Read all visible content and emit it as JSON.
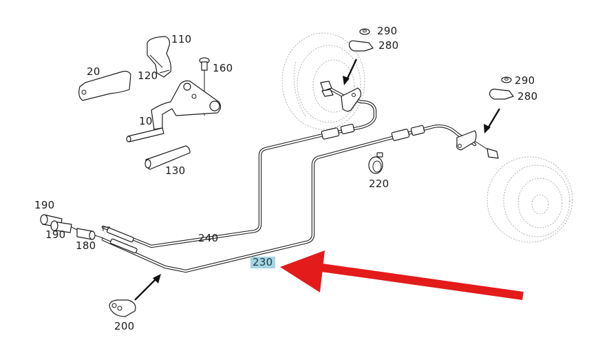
{
  "diagram": {
    "title": "",
    "labels": {
      "p10": "10",
      "p20": "20",
      "p110": "110",
      "p120": "120",
      "p130": "130",
      "p160": "160",
      "p180": "180",
      "p190a": "190",
      "p190b": "190",
      "p200": "200",
      "p220": "220",
      "p230": "230",
      "p240": "240",
      "p280a": "280",
      "p290a": "290",
      "p280b": "280",
      "p290b": "290"
    },
    "highlight": {
      "part": "230",
      "label_bg": "#a6d4e3",
      "arrow_color": "#e31b1b"
    },
    "icons": [
      "brake-drum-icon",
      "parking-brake-lever-icon",
      "cable-clip-icon",
      "hose-clamp-icon",
      "pointer-arrow-icon"
    ]
  }
}
